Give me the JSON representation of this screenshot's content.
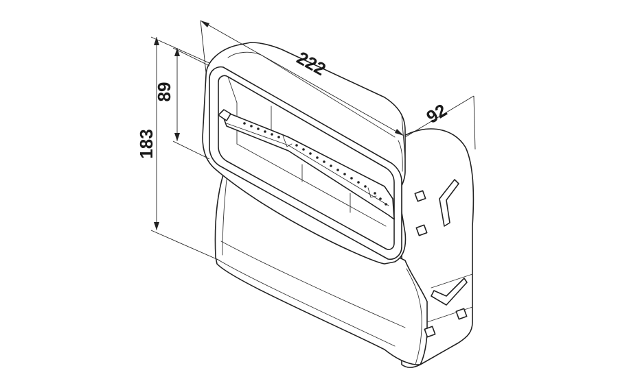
{
  "dimensions": {
    "width": "222",
    "depth": "92",
    "total_height": "183",
    "opening_height": "89"
  }
}
